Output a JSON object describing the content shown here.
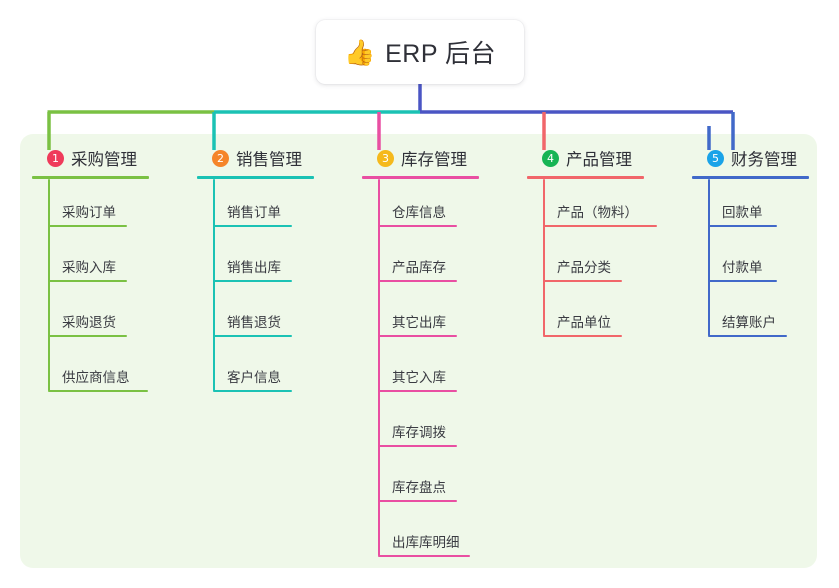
{
  "title": {
    "emoji": "👍",
    "emoji_name": "thumbs-up-icon",
    "text": "ERP 后台"
  },
  "colors": {
    "panel_background": "#eff8e9",
    "page_background": "#ffffff",
    "title_text": "#2f3038",
    "trunk": "#4a55c4"
  },
  "columns": [
    {
      "number": "1",
      "title": "采购管理",
      "badge_color": "#ef3b5b",
      "line_color": "#7ac143",
      "items": [
        {
          "label": "采购订单",
          "rule_width": 79
        },
        {
          "label": "采购入库",
          "rule_width": 79
        },
        {
          "label": "采购退货",
          "rule_width": 79
        },
        {
          "label": "供应商信息",
          "rule_width": 100
        }
      ]
    },
    {
      "number": "2",
      "title": "销售管理",
      "badge_color": "#f5852a",
      "line_color": "#1bc2b4",
      "items": [
        {
          "label": "销售订单",
          "rule_width": 79
        },
        {
          "label": "销售出库",
          "rule_width": 79
        },
        {
          "label": "销售退货",
          "rule_width": 79
        },
        {
          "label": "客户信息",
          "rule_width": 79
        }
      ]
    },
    {
      "number": "3",
      "title": "库存管理",
      "badge_color": "#f5b91c",
      "line_color": "#e94fa2",
      "items": [
        {
          "label": "仓库信息",
          "rule_width": 79
        },
        {
          "label": "产品库存",
          "rule_width": 79
        },
        {
          "label": "其它出库",
          "rule_width": 79
        },
        {
          "label": "其它入库",
          "rule_width": 79
        },
        {
          "label": "库存调拨",
          "rule_width": 79
        },
        {
          "label": "库存盘点",
          "rule_width": 79
        },
        {
          "label": "出库库明细",
          "rule_width": 92
        }
      ]
    },
    {
      "number": "4",
      "title": "产品管理",
      "badge_color": "#16b454",
      "line_color": "#f1666a",
      "items": [
        {
          "label": "产品（物料）",
          "rule_width": 114
        },
        {
          "label": "产品分类",
          "rule_width": 79
        },
        {
          "label": "产品单位",
          "rule_width": 79
        }
      ]
    },
    {
      "number": "5",
      "title": "财务管理",
      "badge_color": "#1aa3e8",
      "line_color": "#4169c9",
      "items": [
        {
          "label": "回款单",
          "rule_width": 69
        },
        {
          "label": "付款单",
          "rule_width": 69
        },
        {
          "label": "结算账户",
          "rule_width": 79
        }
      ]
    }
  ]
}
